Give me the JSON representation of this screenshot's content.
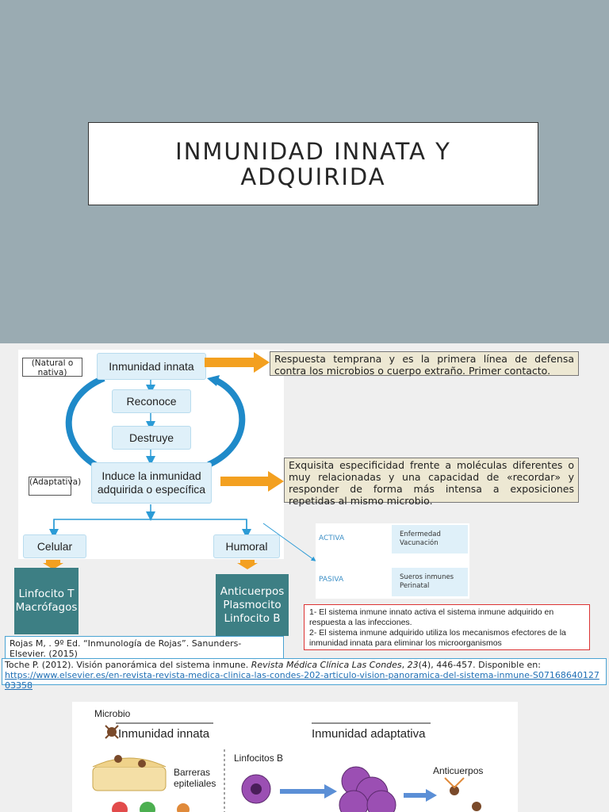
{
  "slide1": {
    "title": "INMUNIDAD INNATA Y\nADQUIRIDA"
  },
  "diagram": {
    "innate": "Inmunidad innata",
    "recognize": "Reconoce",
    "destroy": "Destruye",
    "induce": "Induce la inmunidad adquirida o específica",
    "cellular": "Celular",
    "humoral": "Humoral",
    "tag_natural": "(Natural o nativa)",
    "tag_adaptive": "(Adaptativa)",
    "note_innate": "Respuesta temprana y es la primera línea de defensa contra los microbios o cuerpo extraño. Primer contacto.",
    "note_adaptive": "Exquisita especificidad frente a moléculas diferentes o muy relacionadas y una capacidad de «recordar» y responder de forma más intensa a exposiciones repetidas al mismo microbio.",
    "cellular_types": "Linfocito T Macrófagos",
    "humoral_types": "Anticuerpos Plasmocito Linfocito B"
  },
  "immunity_types": {
    "active_label": "ACTIVA",
    "active_items": [
      "Enfermedad",
      "Vacunación"
    ],
    "passive_label": "PASIVA",
    "passive_items": [
      "Sueros inmunes",
      "Perinatal"
    ]
  },
  "points": [
    "1- El sistema inmune innato activa el sistema inmune adquirido en respuesta a las infecciones.",
    "2- El sistema inmune adquirido utiliza los mecanismos efectores de la inmunidad innata para eliminar los microorganismos"
  ],
  "references": {
    "ref1": "Rojas M, . 9º Ed. “Inmunología de Rojas”. Sanunders- Elsevier. (2015)",
    "ref2_authors": "Toche P. (2012). Visión panorámica del sistema inmune.",
    "ref2_journal": "Revista Médica Clínica Las Condes",
    "ref2_volume": "23",
    "ref2_rest": "(4), 446-457. Disponible en:",
    "ref2_url": "https://www.elsevier.es/en-revista-revista-medica-clinica-las-condes-202-articulo-vision-panoramica-del-sistema-inmune-S0716864012703358"
  },
  "slide3": {
    "microbe": "Microbio",
    "innate_header": "Inmunidad innata",
    "adaptive_header": "Inmunidad adaptativa",
    "barriers": "Barreras epiteliales",
    "b_cells": "Linfocitos B",
    "antibodies": "Anticuerpos"
  }
}
